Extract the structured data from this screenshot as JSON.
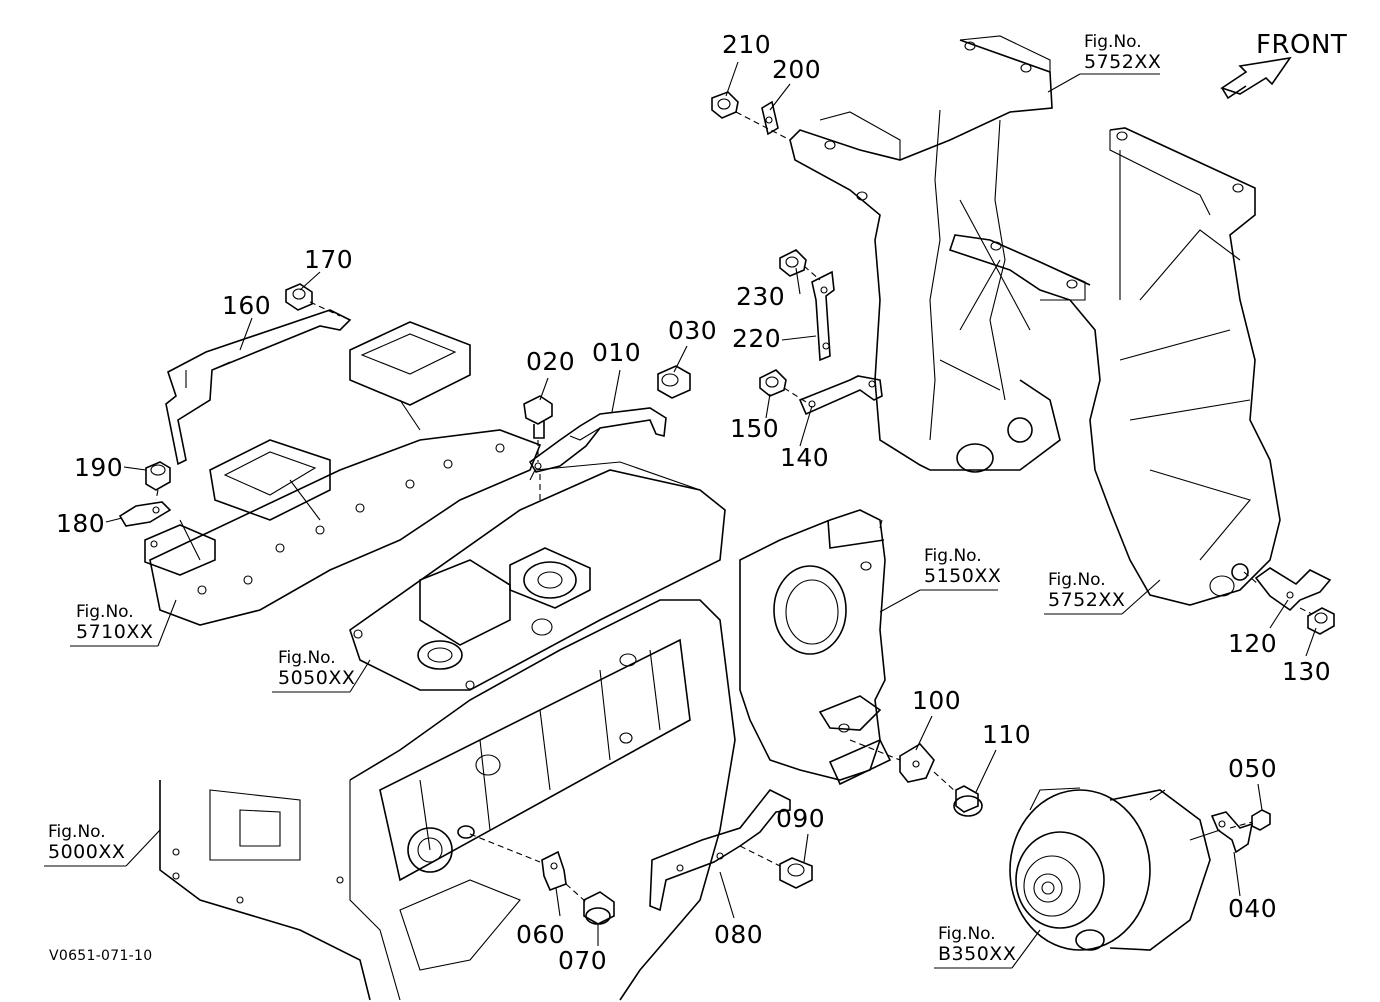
{
  "diagram": {
    "parts": [
      {
        "id": "210",
        "label": "210"
      },
      {
        "id": "200",
        "label": "200"
      },
      {
        "id": "170",
        "label": "170"
      },
      {
        "id": "160",
        "label": "160"
      },
      {
        "id": "230",
        "label": "230"
      },
      {
        "id": "220",
        "label": "220"
      },
      {
        "id": "030",
        "label": "030"
      },
      {
        "id": "020",
        "label": "020"
      },
      {
        "id": "010",
        "label": "010"
      },
      {
        "id": "150",
        "label": "150"
      },
      {
        "id": "140",
        "label": "140"
      },
      {
        "id": "190",
        "label": "190"
      },
      {
        "id": "180",
        "label": "180"
      },
      {
        "id": "120",
        "label": "120"
      },
      {
        "id": "130",
        "label": "130"
      },
      {
        "id": "100",
        "label": "100"
      },
      {
        "id": "110",
        "label": "110"
      },
      {
        "id": "050",
        "label": "050"
      },
      {
        "id": "090",
        "label": "090"
      },
      {
        "id": "060",
        "label": "060"
      },
      {
        "id": "080",
        "label": "080"
      },
      {
        "id": "070",
        "label": "070"
      },
      {
        "id": "040",
        "label": "040"
      }
    ],
    "fig_refs": [
      {
        "id": "5752a",
        "prefix": "Fig.No.",
        "number": "5752XX"
      },
      {
        "id": "5150",
        "prefix": "Fig.No.",
        "number": "5150XX"
      },
      {
        "id": "5752b",
        "prefix": "Fig.No.",
        "number": "5752XX"
      },
      {
        "id": "5710",
        "prefix": "Fig.No.",
        "number": "5710XX"
      },
      {
        "id": "5050",
        "prefix": "Fig.No.",
        "number": "5050XX"
      },
      {
        "id": "5000",
        "prefix": "Fig.No.",
        "number": "5000XX"
      },
      {
        "id": "B350",
        "prefix": "Fig.No.",
        "number": "B350XX"
      }
    ],
    "front_label": "FRONT",
    "drawing_code": "V0651-071-10"
  }
}
